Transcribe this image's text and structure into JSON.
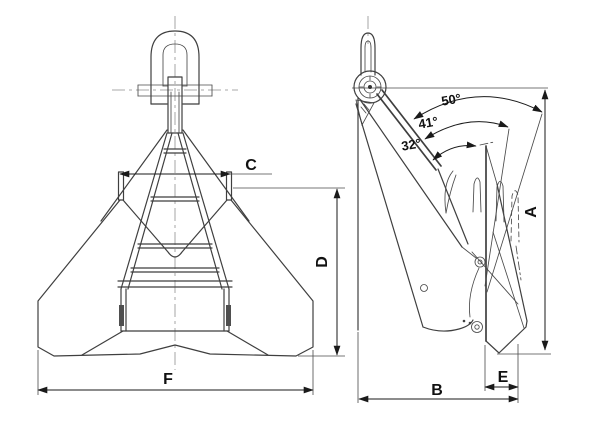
{
  "colors": {
    "background": "#ffffff",
    "line": "#3f3f3f",
    "dimension": "#1a1a1a"
  },
  "front_view": {
    "dimensions": {
      "C": "C",
      "D": "D",
      "F": "F"
    }
  },
  "side_view": {
    "dimensions": {
      "A": "A",
      "B": "B",
      "E": "E"
    },
    "angles": {
      "deg50": "50°",
      "deg41": "41°",
      "deg32": "32°"
    }
  }
}
